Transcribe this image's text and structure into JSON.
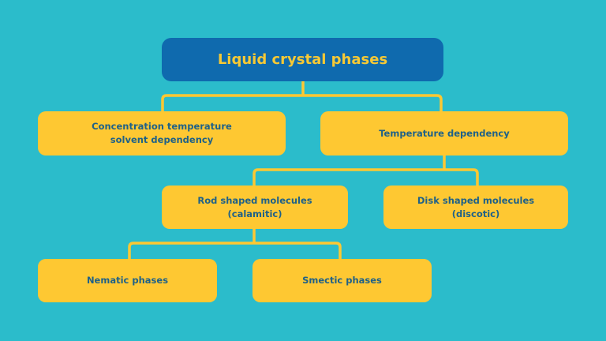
{
  "colors": {
    "background": "#2bbccb",
    "root_fill": "#0f6aae",
    "root_text": "#f6c935",
    "node_fill": "#fec832",
    "node_text": "#1f6188",
    "connector": "#fec832"
  },
  "diagram": {
    "root": {
      "label": "Liquid crystal phases"
    },
    "nodes": {
      "concentration": {
        "lines": [
          "Concentration temperature",
          "solvent dependency"
        ]
      },
      "temperature": {
        "lines": [
          "Temperature dependency"
        ]
      },
      "rod": {
        "lines": [
          "Rod shaped molecules",
          "(calamitic)"
        ]
      },
      "disk": {
        "lines": [
          "Disk shaped molecules",
          "(discotic)"
        ]
      },
      "nematic": {
        "lines": [
          "Nematic phases"
        ]
      },
      "smectic": {
        "lines": [
          "Smectic phases"
        ]
      }
    },
    "edges": [
      [
        "root",
        "concentration"
      ],
      [
        "root",
        "temperature"
      ],
      [
        "temperature",
        "rod"
      ],
      [
        "temperature",
        "disk"
      ],
      [
        "rod",
        "nematic"
      ],
      [
        "rod",
        "smectic"
      ]
    ]
  }
}
